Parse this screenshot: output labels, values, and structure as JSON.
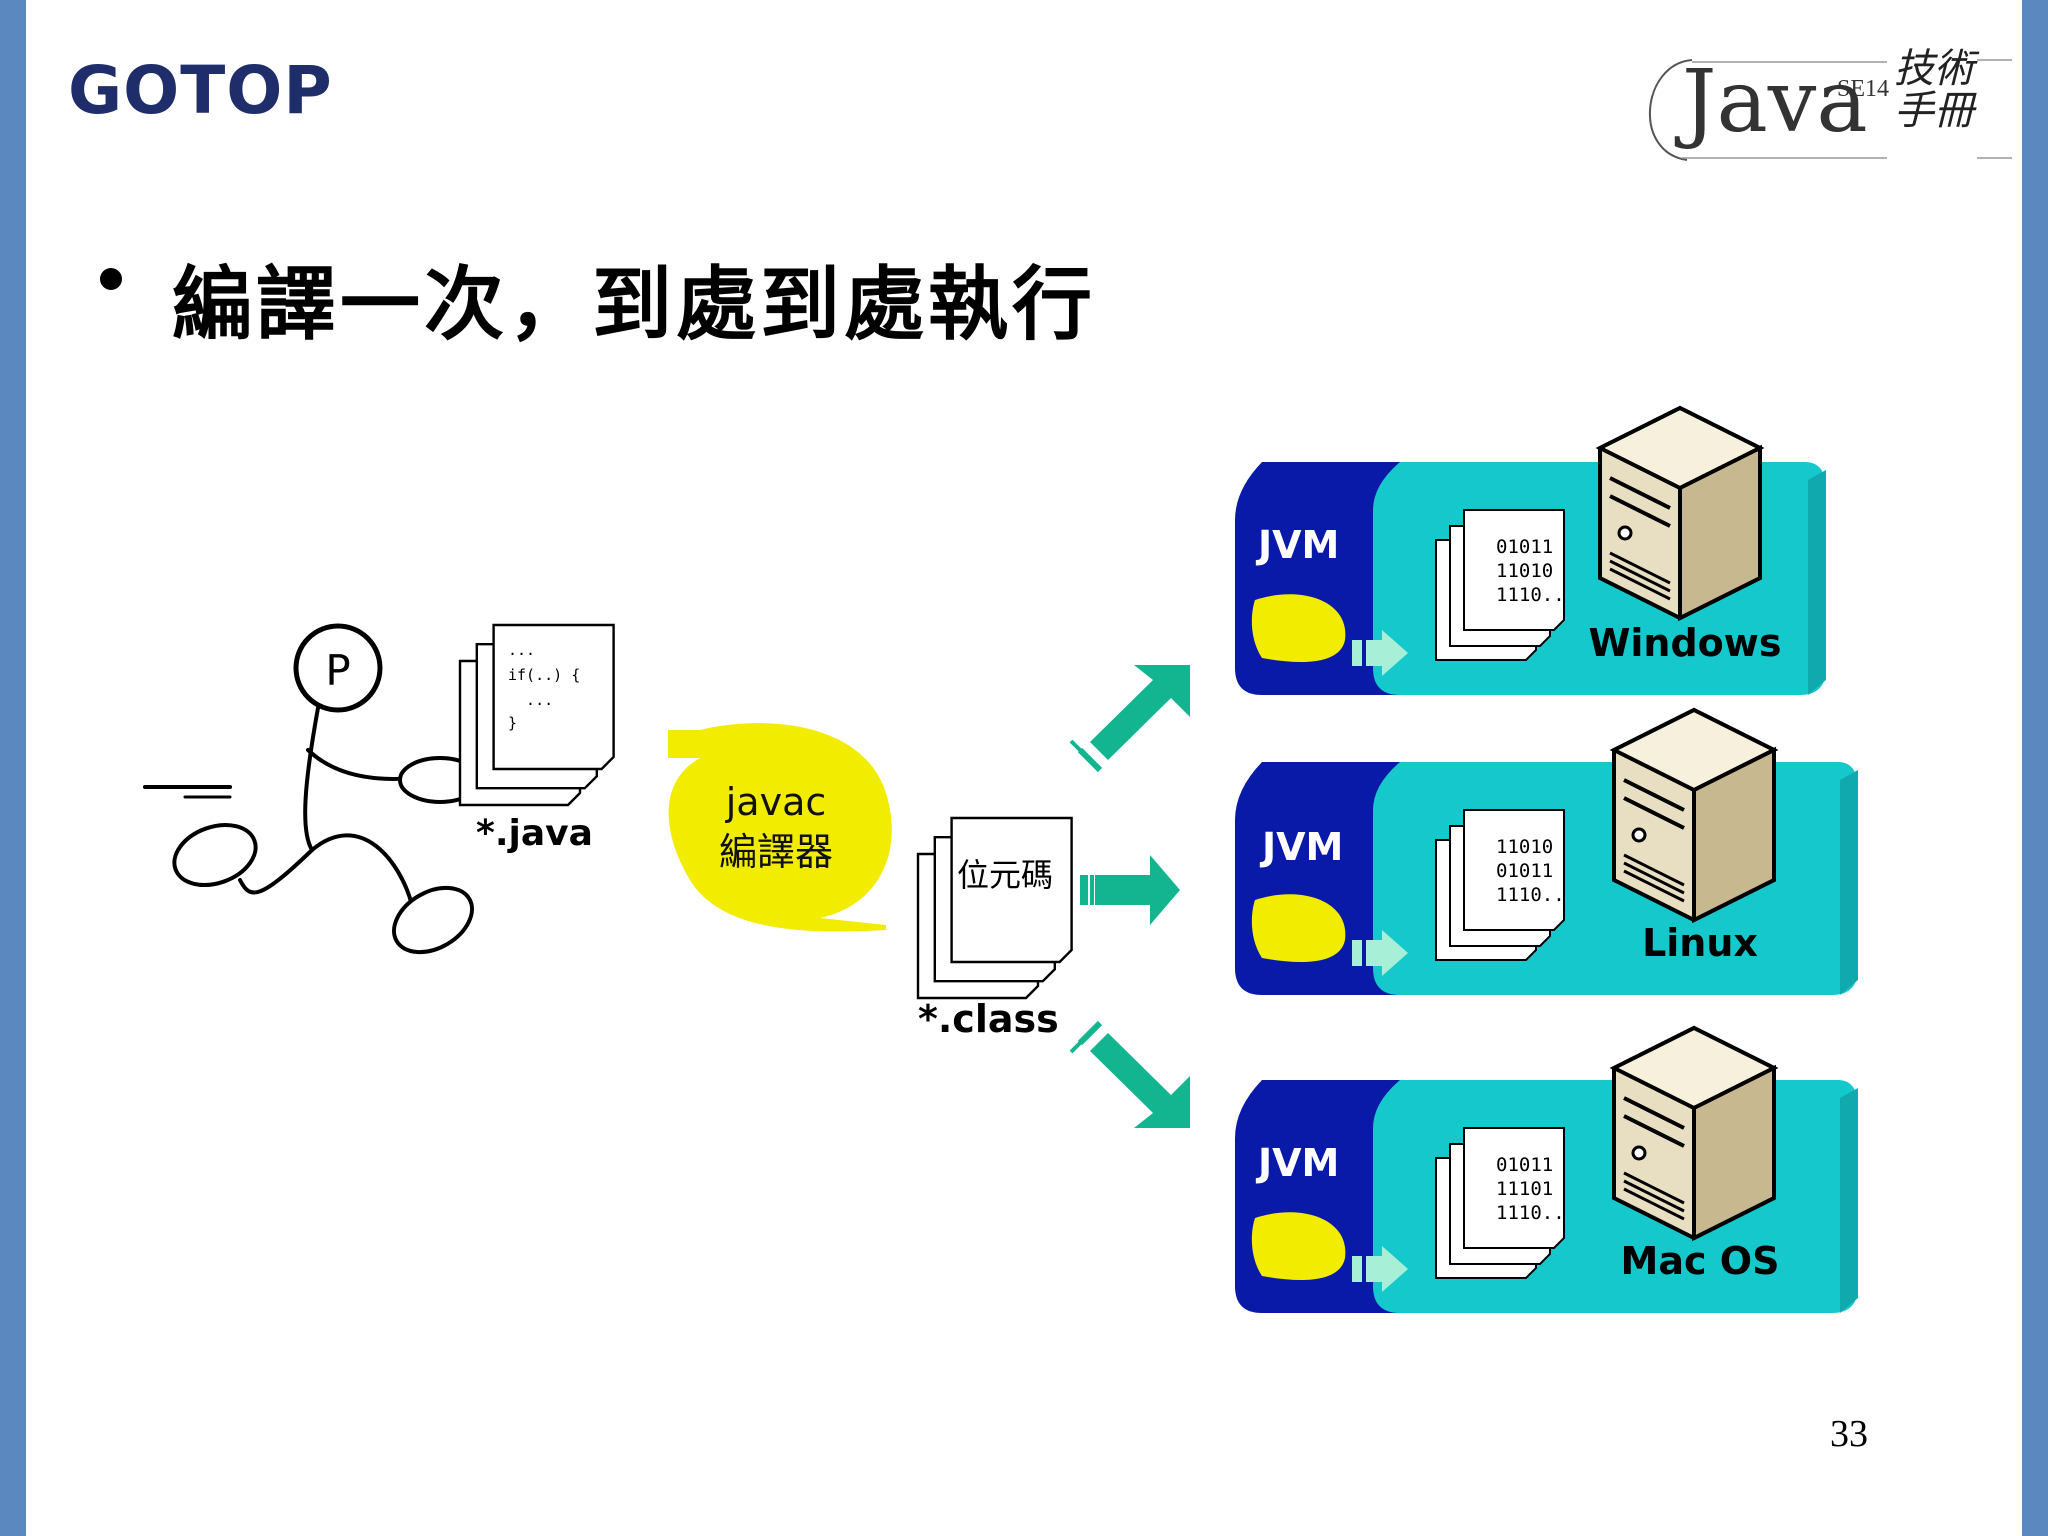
{
  "header": {
    "logo_text": "GOTOP",
    "brand_word": "Java",
    "brand_version": "SE14",
    "brand_cn": "技術手冊"
  },
  "slide": {
    "title": "編譯一次，到處到處執行",
    "page_number": "33"
  },
  "diagram": {
    "programmer_badge": "P",
    "source_code": [
      "...",
      "if(..) {",
      "  ...",
      "}"
    ],
    "source_label": "*.java",
    "compiler_line1": "javac",
    "compiler_line2": "編譯器",
    "bytecode_doc": "位元碼",
    "class_label": "*.class",
    "platforms": [
      {
        "jvm": "JVM",
        "bits": [
          "01011",
          "11010",
          "1110.."
        ],
        "os": "Windows"
      },
      {
        "jvm": "JVM",
        "bits": [
          "11010",
          "01011",
          "1110.."
        ],
        "os": "Linux"
      },
      {
        "jvm": "JVM",
        "bits": [
          "01011",
          "11101",
          "1110.."
        ],
        "os": "Mac OS"
      }
    ]
  },
  "colors": {
    "jvm_blue": "#0a1aa8",
    "os_cyan": "#14c8cc",
    "arrow_green": "#12b58f",
    "compiler_yellow": "#f2ec00",
    "side_bar": "#5b89bf"
  }
}
